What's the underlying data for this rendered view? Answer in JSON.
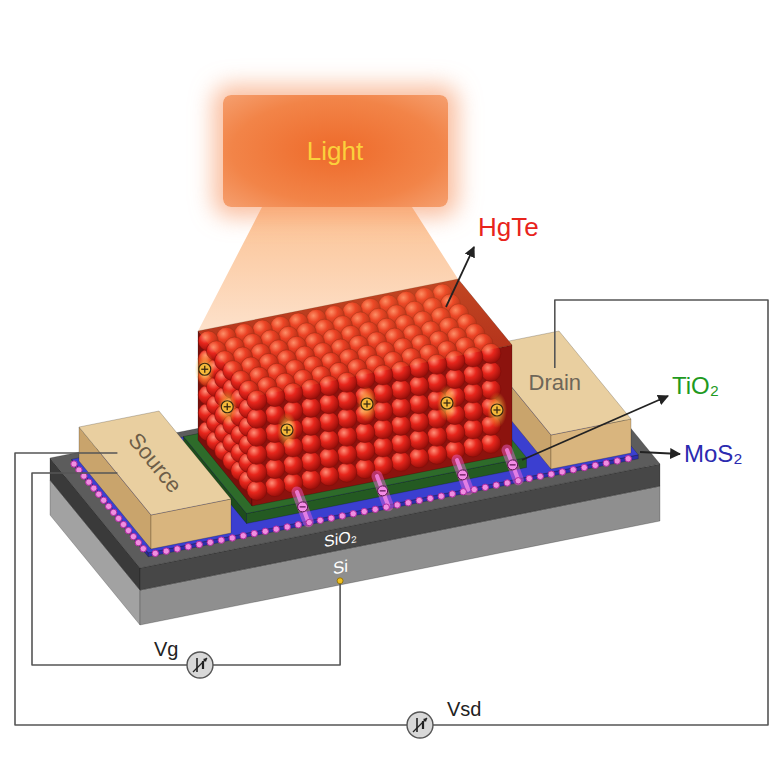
{
  "diagram": {
    "nodes": [
      {
        "text": [
          "Light"
        ]
      },
      {
        "text": [
          "Source"
        ]
      },
      {
        "text": [
          "Drain"
        ]
      },
      {
        "text": [
          "SiO₂"
        ]
      },
      {
        "text": [
          "Si"
        ]
      }
    ],
    "edges": [
      {
        "from": 1,
        "to": 4,
        "arrow": "none",
        "label": "Vg"
      },
      {
        "from": 1,
        "to": 2,
        "arrow": "none",
        "label": "Vsd"
      }
    ],
    "labels": [
      "HgTe",
      "TiO₂",
      "MoS₂"
    ]
  }
}
